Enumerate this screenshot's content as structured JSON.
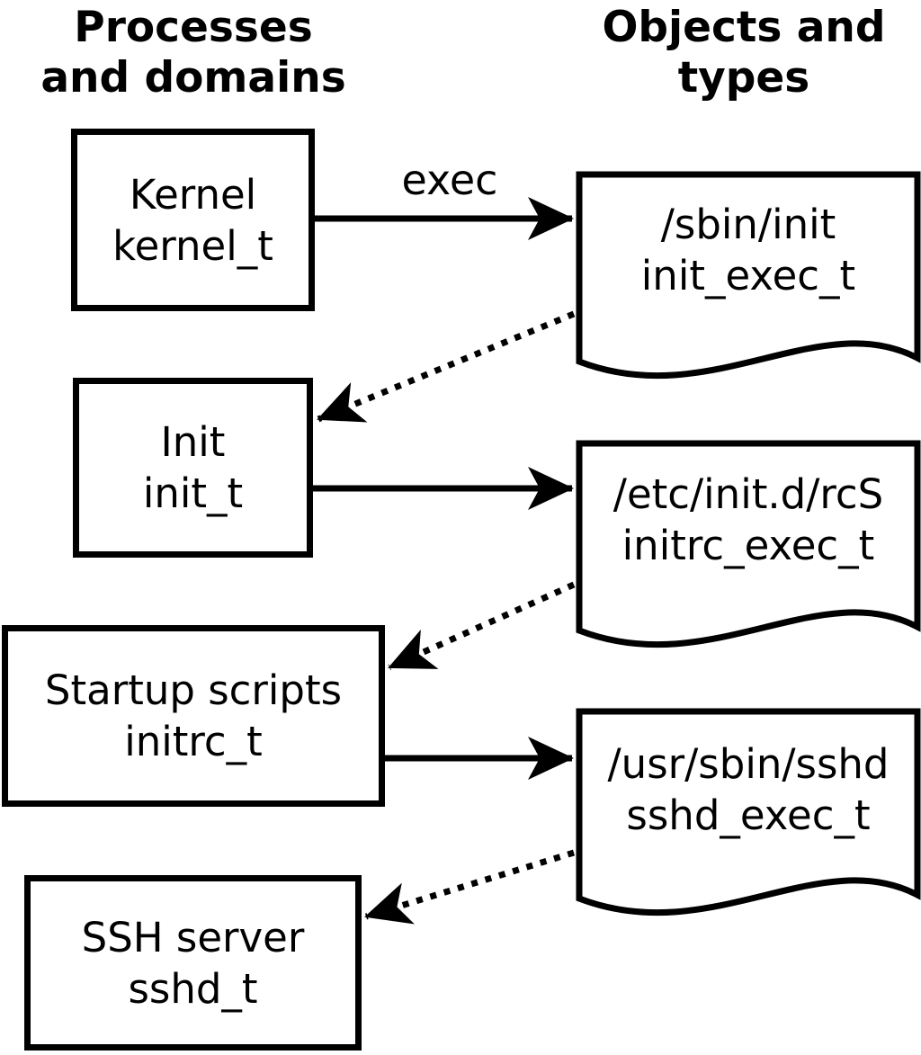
{
  "column_headings": {
    "left": [
      "Processes",
      "and domains"
    ],
    "right": [
      "Objects and",
      "types"
    ]
  },
  "processes": [
    {
      "name": "Kernel",
      "type": "kernel_t"
    },
    {
      "name": "Init",
      "type": "init_t"
    },
    {
      "name": "Startup scripts",
      "type": "initrc_t"
    },
    {
      "name": "SSH server",
      "type": "sshd_t"
    }
  ],
  "objects": [
    {
      "path": "/sbin/init",
      "type": "init_exec_t"
    },
    {
      "path": "/etc/init.d/rcS",
      "type": "initrc_exec_t"
    },
    {
      "path": "/usr/sbin/sshd",
      "type": "sshd_exec_t"
    }
  ],
  "arrows": {
    "exec_label": "exec",
    "solid": [
      {
        "from": "kernel_t",
        "to": "init_exec_t"
      },
      {
        "from": "init_t",
        "to": "initrc_exec_t"
      },
      {
        "from": "initrc_t",
        "to": "sshd_exec_t"
      }
    ],
    "dotted": [
      {
        "from": "init_exec_t",
        "to": "init_t"
      },
      {
        "from": "initrc_exec_t",
        "to": "initrc_t"
      },
      {
        "from": "sshd_exec_t",
        "to": "sshd_t"
      }
    ]
  },
  "colors": {
    "foreground": "#000000",
    "background": "#ffffff"
  }
}
